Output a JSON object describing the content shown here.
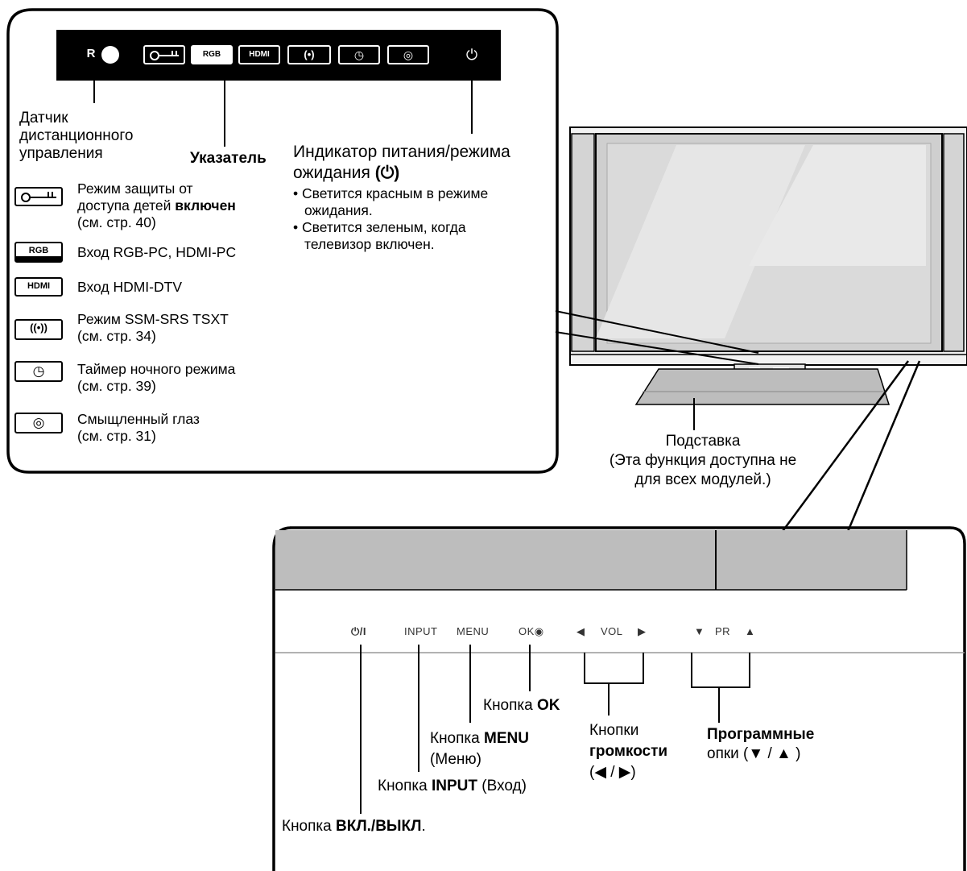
{
  "indicator_strip": {
    "ir_label": "R",
    "rgb_icon": "RGB",
    "hdmi_icon": "HDMI",
    "power_icon": "power-icon"
  },
  "callouts": {
    "remote_sensor": [
      "Датчик",
      "дистанционного",
      "управления"
    ],
    "pointer": "Указатель",
    "power_indicator": {
      "title_line1": "Индикатор питания/режима",
      "title_line2": "ожидания",
      "title_symbol": "(⏻)",
      "bullet1_line1": "• Светится красным в режиме",
      "bullet1_line2": "ожидания.",
      "bullet2_line1": "• Светится зеленым, когда",
      "bullet2_line2": "телевизор включен."
    }
  },
  "legend": [
    {
      "icon": "key-lock-icon",
      "line1": "Режим защиты от",
      "line2_plain": "доступа детей ",
      "line2_bold": "включен",
      "line3": "(см. стр. 40)"
    },
    {
      "icon": "rgb-icon",
      "icon_text": "RGB",
      "line1": "Вход RGB-PC, HDMI-PC"
    },
    {
      "icon": "hdmi-icon",
      "icon_text": "HDMI",
      "line1": "Вход HDMI-DTV"
    },
    {
      "icon": "sound-icon",
      "line1": "Режим SSM-SRS TSXT",
      "line2": "(см. стр. 34)"
    },
    {
      "icon": "clock-icon",
      "line1": "Таймер ночного режима",
      "line2": "(см. стр. 39)"
    },
    {
      "icon": "eye-icon",
      "line1": "Смыщленный глаз",
      "line2": "(см. стр. 31)"
    }
  ],
  "stand": {
    "line1": "Подставка",
    "line2": "(Эта функция доступна не",
    "line3": "для всех модулей.)"
  },
  "panel_buttons": {
    "power": "⏻/I",
    "input": "INPUT",
    "menu": "MENU",
    "ok": "OK◉",
    "vol_left": "◀",
    "vol": "VOL",
    "vol_right": "▶",
    "pr_down": "▼",
    "pr": "PR",
    "pr_up": "▲"
  },
  "button_callouts": {
    "ok_plain": "Кнопка ",
    "ok_bold": "OK",
    "menu_plain": "Кнопка ",
    "menu_bold": "MENU",
    "menu_line2": "(Меню)",
    "input_plain": "Кнопка ",
    "input_bold": "INPUT",
    "input_after": " (Вход)",
    "power_plain": "Кнопка ",
    "power_bold": "ВКЛ./ВЫКЛ",
    "power_after": ".",
    "volume_line1": "Кнопки",
    "volume_bold": "громкости",
    "volume_line3": "(◀ / ▶)",
    "program_bold": "Программные",
    "program_line2": "опки (▼ / ▲ )"
  }
}
